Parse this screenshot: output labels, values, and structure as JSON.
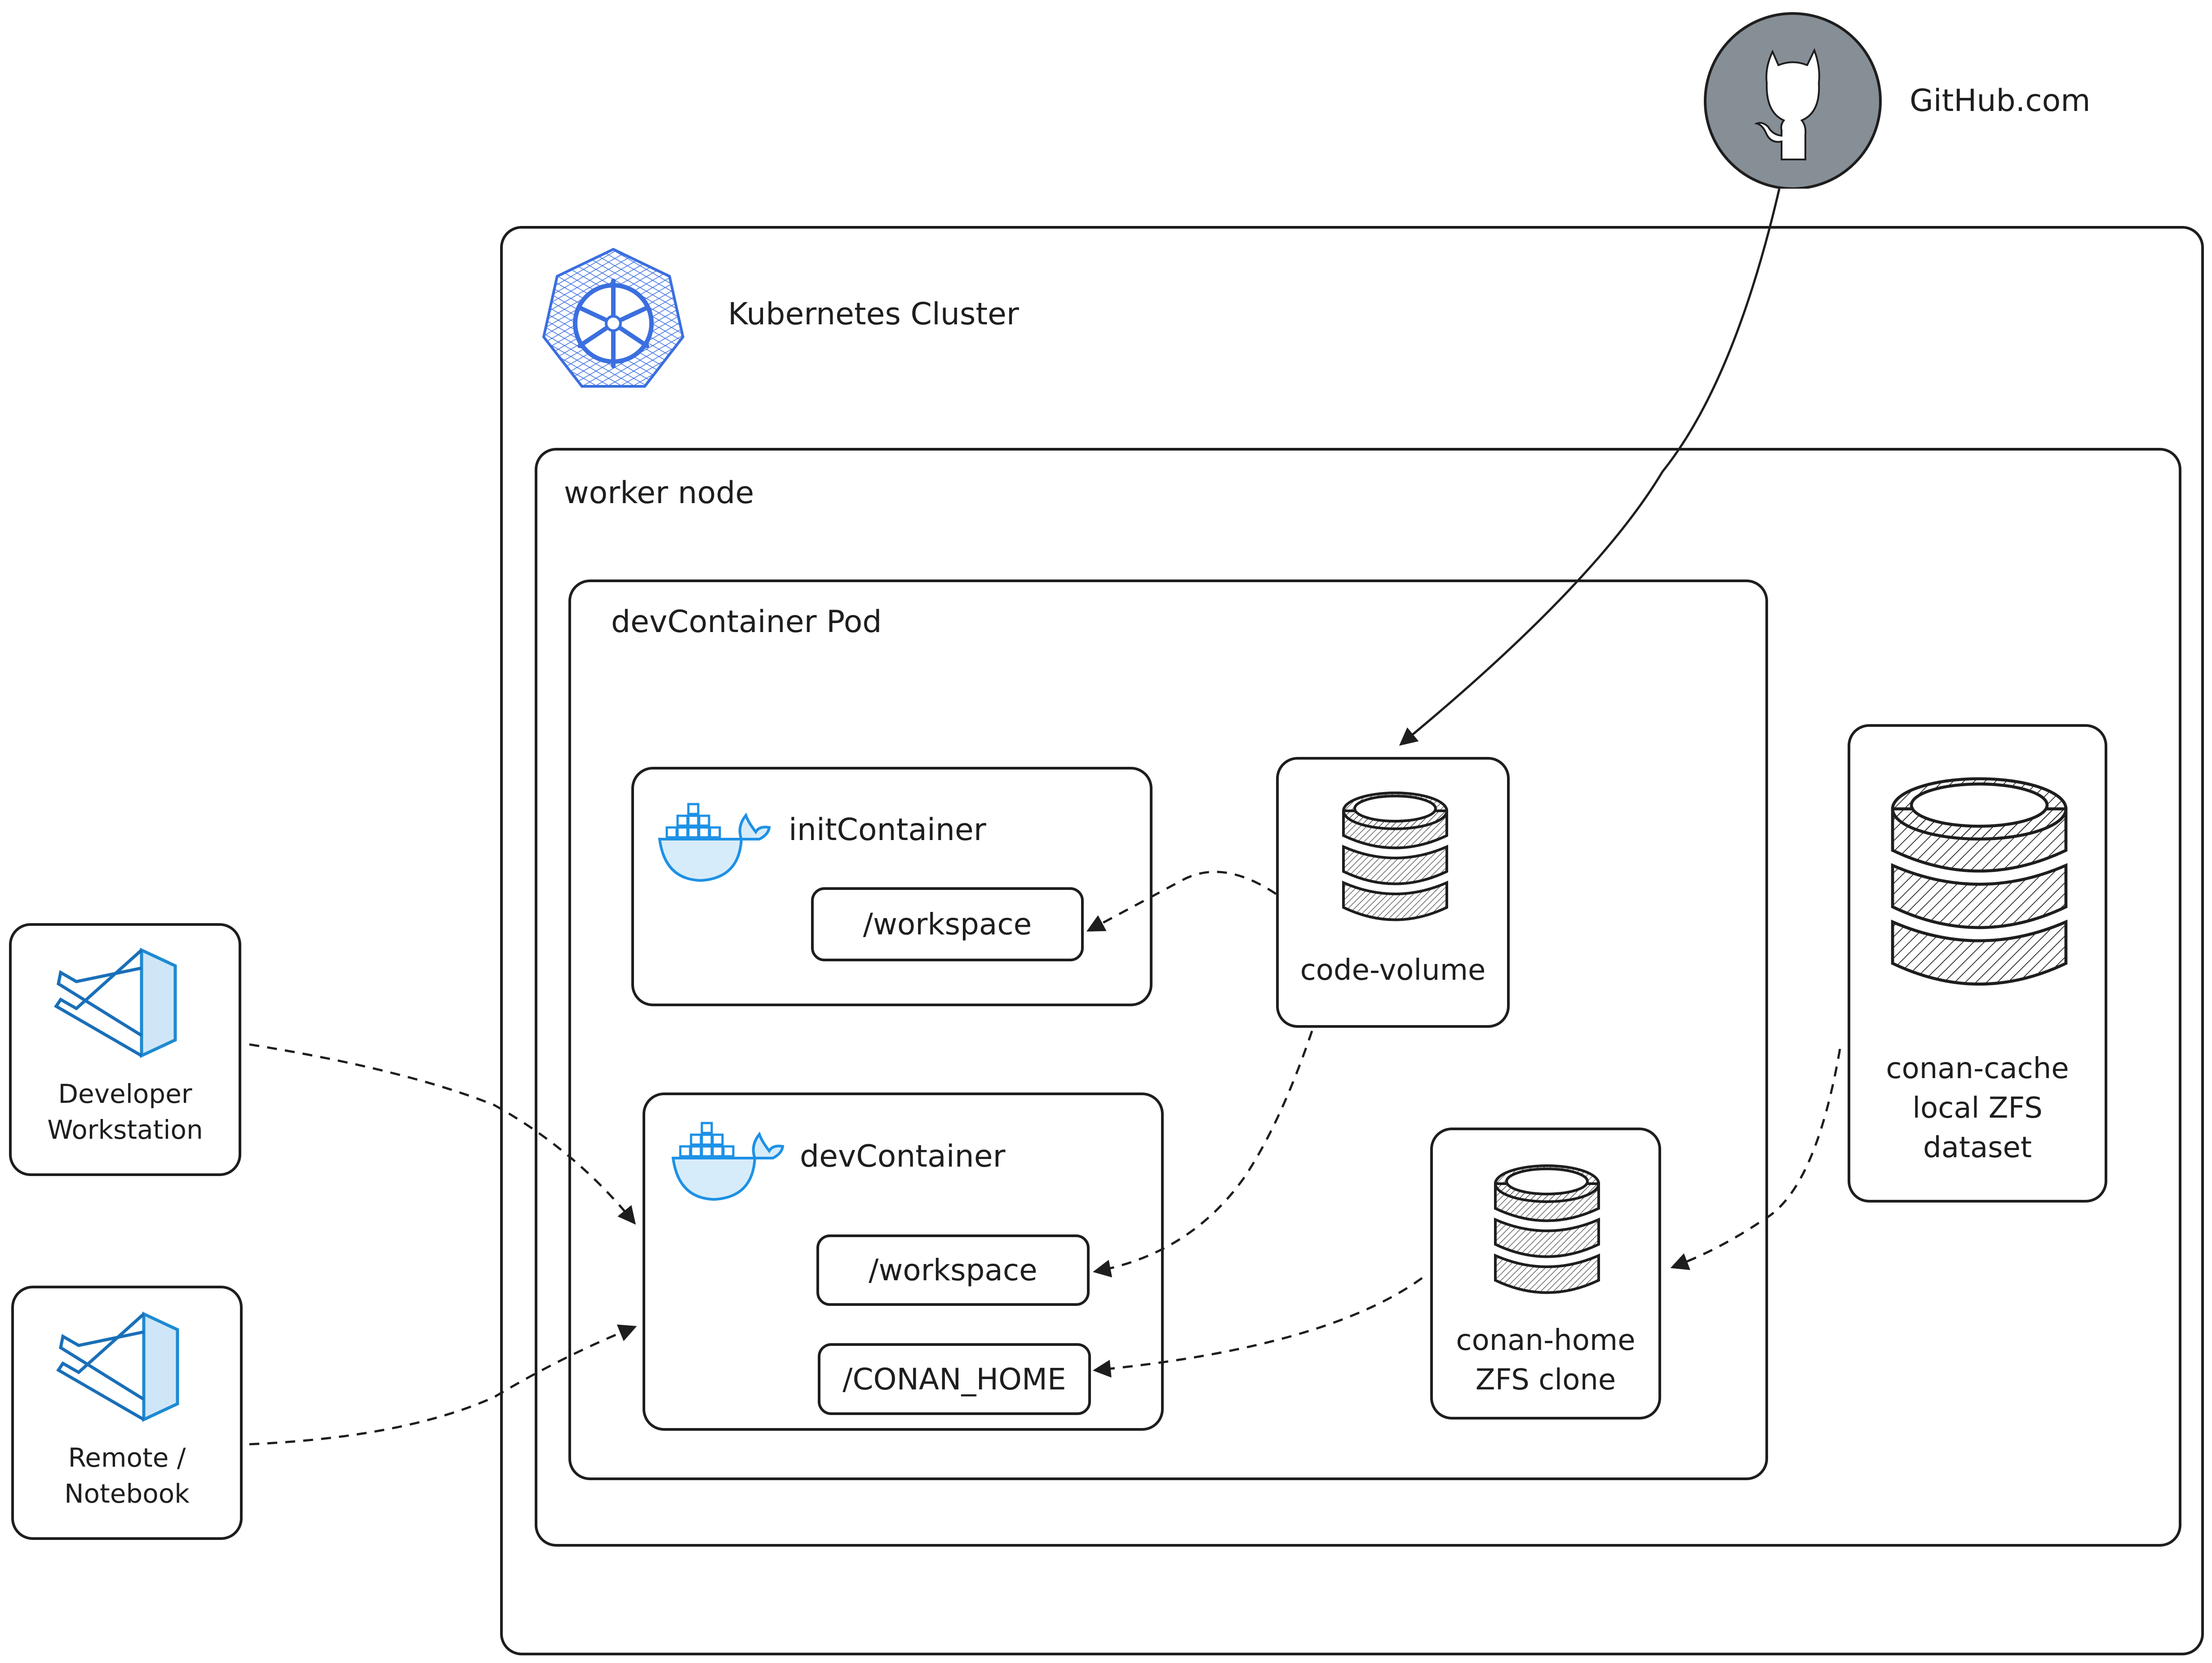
{
  "external": {
    "github": {
      "label": "GitHub.com",
      "icon": "github-octocat-icon",
      "fill": "#868e96"
    },
    "clients": [
      {
        "label_line1": "Developer",
        "label_line2": "Workstation",
        "icon": "vscode-icon"
      },
      {
        "label_line1": "Remote /",
        "label_line2": "Notebook",
        "icon": "vscode-icon"
      }
    ]
  },
  "cluster": {
    "label": "Kubernetes Cluster",
    "icon": "kubernetes-icon",
    "icon_color": "#3b6fe0"
  },
  "worker_node": {
    "label": "worker node"
  },
  "pod": {
    "label": "devContainer Pod"
  },
  "containers": [
    {
      "label": "initContainer",
      "icon": "docker-icon",
      "mounts": [
        "/workspace"
      ]
    },
    {
      "label": "devContainer",
      "icon": "docker-icon",
      "mounts": [
        "/workspace",
        "/CONAN_HOME"
      ]
    }
  ],
  "volumes": {
    "code_volume": {
      "label": "code-volume",
      "icon": "database-icon"
    },
    "conan_home": {
      "label_line1": "conan-home",
      "label_line2": "ZFS clone",
      "icon": "database-icon"
    },
    "conan_cache": {
      "label_line1": "conan-cache",
      "label_line2": "local ZFS",
      "label_line3": "dataset",
      "icon": "database-icon"
    }
  },
  "connections": [
    {
      "from": "GitHub.com",
      "to": "code-volume",
      "style": "solid"
    },
    {
      "from": "code-volume",
      "to": "initContainer /workspace",
      "style": "dashed"
    },
    {
      "from": "code-volume",
      "to": "devContainer /workspace",
      "style": "dashed"
    },
    {
      "from": "conan-home ZFS clone",
      "to": "devContainer /CONAN_HOME",
      "style": "dashed"
    },
    {
      "from": "conan-cache local ZFS dataset",
      "to": "conan-home ZFS clone",
      "style": "dashed"
    },
    {
      "from": "Developer Workstation",
      "to": "devContainer",
      "style": "dashed"
    },
    {
      "from": "Remote / Notebook",
      "to": "devContainer",
      "style": "dashed"
    }
  ],
  "colors": {
    "stroke": "#1e1e1e",
    "docker_blue": "#1d91e6",
    "vscode_blue": "#1f8ad2",
    "k8s_blue": "#3b6fe0",
    "github_gray": "#868e96"
  }
}
